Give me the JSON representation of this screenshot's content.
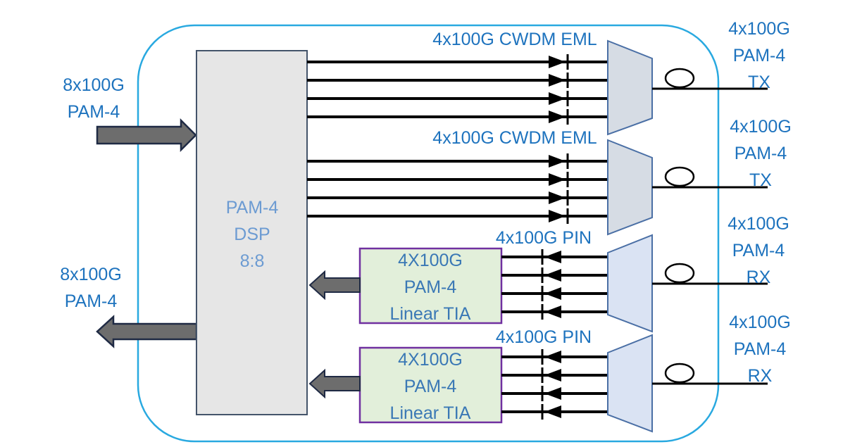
{
  "inputs": {
    "top_left_line1": "8x100G",
    "top_left_line2": "PAM-4",
    "bottom_left_line1": "8x100G",
    "bottom_left_line2": "PAM-4"
  },
  "dsp": {
    "line1": "PAM-4",
    "line2": "DSP",
    "line3": "8:8"
  },
  "tx_groups": [
    {
      "label": "4x100G CWDM EML",
      "out_line1": "4x100G",
      "out_line2": "PAM-4",
      "out_line3": "TX"
    },
    {
      "label": "4x100G CWDM EML",
      "out_line1": "4x100G",
      "out_line2": "PAM-4",
      "out_line3": "TX"
    }
  ],
  "rx_groups": [
    {
      "label": "4x100G PIN",
      "tia_line1": "4X100G",
      "tia_line2": "PAM-4",
      "tia_line3": "Linear TIA",
      "out_line1": "4x100G",
      "out_line2": "PAM-4",
      "out_line3": "RX"
    },
    {
      "label": "4x100G PIN",
      "tia_line1": "4X100G",
      "tia_line2": "PAM-4",
      "tia_line3": "Linear TIA",
      "out_line1": "4x100G",
      "out_line2": "PAM-4",
      "out_line3": "RX"
    }
  ],
  "colors": {
    "module_border": "#29a9e0",
    "label_blue": "#1e73be",
    "dsp_fill": "#e6e6e6",
    "dsp_border": "#44546a",
    "tia_fill": "#e2efda",
    "tia_border": "#7030a0",
    "arrow_fill": "#6d6d6d",
    "arrow_stroke": "#1f2a44",
    "tx_mux_fill": "#d6dce4",
    "rx_mux_fill": "#dae3f3",
    "mux_border": "#4a6fa5"
  }
}
